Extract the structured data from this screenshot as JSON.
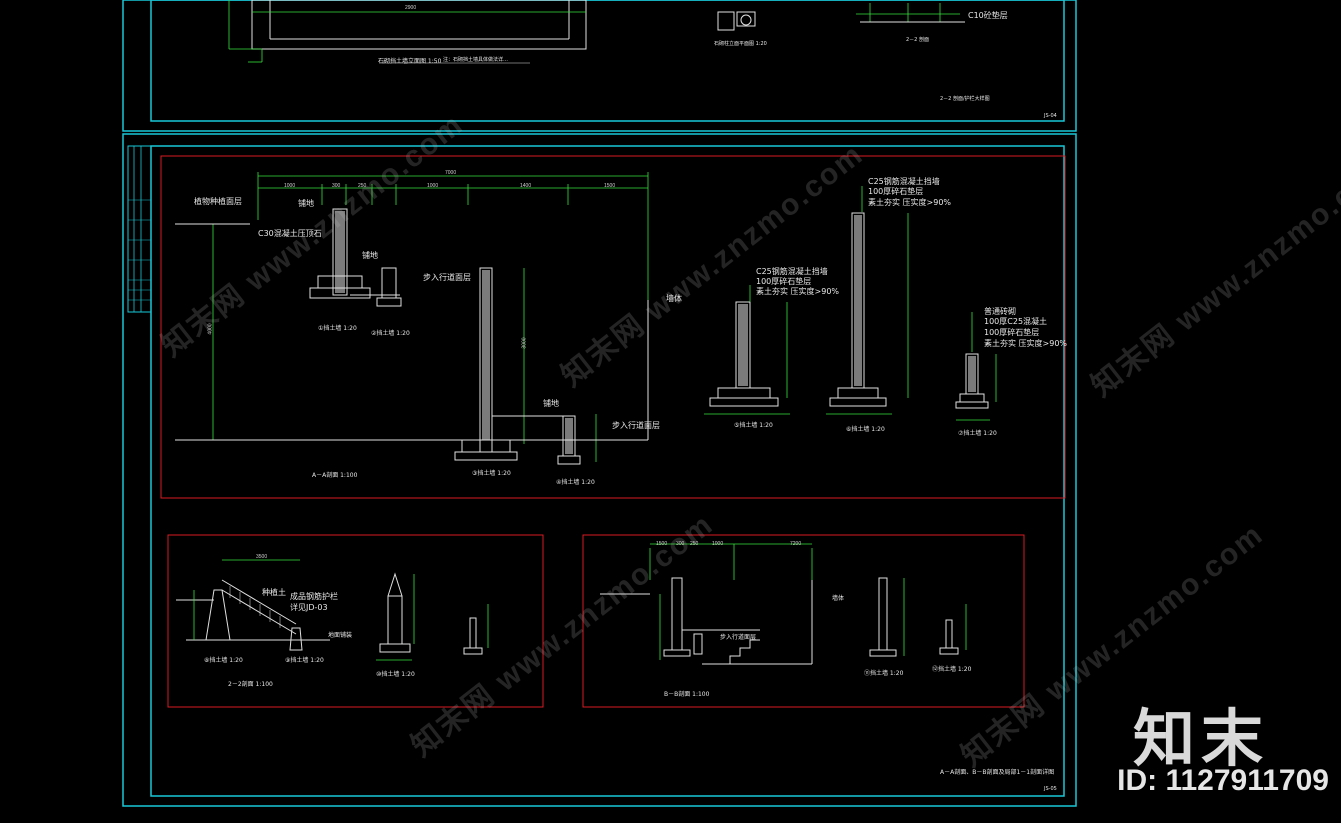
{
  "colors": {
    "frame": "#19c8d8",
    "detail_box": "#d81c22",
    "dimension": "#37e13a",
    "line": "#e0e0e0",
    "background": "#000000"
  },
  "sheet_top": {
    "labels": {
      "elev": "石砌挡土墙立面图 1:50",
      "note": "注：石砌挡土墙具体做法详…",
      "section22": "2－2 剖面",
      "col_title": "石砌柱立面平面图 1:20",
      "c10": "C10砼垫层",
      "section": "2－2 剖面/护栏大样图",
      "sheet_no": "JS-04",
      "dim_total": "2900"
    }
  },
  "sheet_main": {
    "title": "A－A剖面、B－B剖面及局部1－1剖面详图",
    "sheet_no": "JS-05",
    "top_detail": {
      "dims": [
        "7000",
        "1000",
        "300",
        "250",
        "1000",
        "1400",
        "1500"
      ],
      "labels": {
        "veg": "植物种植面层",
        "c30": "C30混凝土压顶石",
        "pave1": "铺地",
        "pave2": "铺地",
        "walk1": "步入行道面层",
        "walk2": "步入行道面层",
        "wall": "墙体",
        "height": "4000",
        "h1": "3000",
        "sec_aa": "A－A剖面 1:100",
        "w1": "①挡土墙 1:20",
        "w2": "②挡土墙 1:20",
        "w3": "③挡土墙 1:20",
        "w4": "④挡土墙 1:20"
      },
      "notes_a": [
        "C25钢筋混凝土挡墙",
        "100厚碎石垫层",
        "素土夯实 压实度>90%"
      ],
      "notes_b": [
        "C25钢筋混凝土挡墙",
        "100厚碎石垫层",
        "素土夯实 压实度>90%"
      ],
      "notes_c": [
        "普通砖砌",
        "100厚C25混凝土",
        "100厚碎石垫层",
        "素土夯实 压实度>90%"
      ],
      "wall_a": "⑤挡土墙 1:20",
      "wall_b": "⑥挡土墙 1:20",
      "wall_c": "⑦挡土墙 1:20"
    },
    "bottom_left": {
      "labels": {
        "slope": "种植土",
        "rail": "成品钢筋护栏",
        "rail_ref": "详见JD-03",
        "ground": "地面铺装",
        "sec": "2－2剖面 1:100",
        "w1": "⑧挡土墙 1:20",
        "w2": "⑨挡土墙 1:20",
        "w3": "⑩挡土墙 1:20",
        "dim": "3500"
      }
    },
    "bottom_right": {
      "labels": {
        "sec": "B－B剖面 1:100",
        "stairs": "步入行道面层",
        "wall": "墙体",
        "w1": "⑪挡土墙 1:20",
        "w2": "⑫挡土墙 1:20",
        "dims": [
          "1500",
          "300",
          "250",
          "1000",
          "7200"
        ]
      }
    }
  },
  "watermark": {
    "text": "知末网 www.znzmo.com"
  },
  "brand": {
    "logo": "知末",
    "id": "ID: 1127911709"
  }
}
